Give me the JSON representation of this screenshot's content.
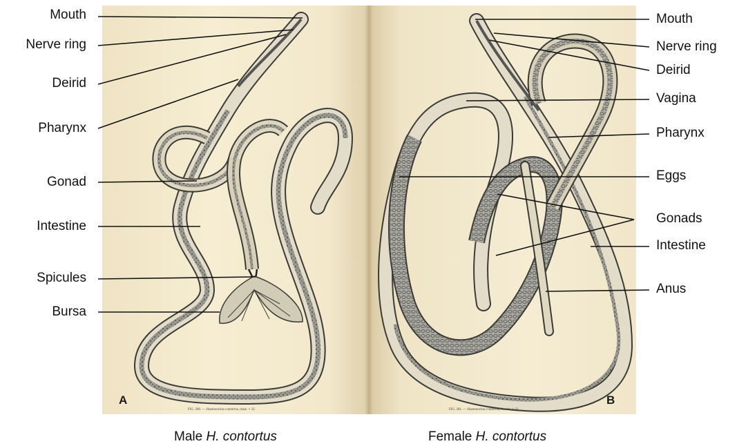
{
  "male": {
    "panel_letter": "A",
    "caption_prefix": "Male",
    "caption_species": "H. contortus",
    "figure_note": "FIG. 280. — Haemonchus contortus, male. × 32.",
    "labels": [
      "Mouth",
      "Nerve ring",
      "Deirid",
      "Pharynx",
      "Gonad",
      "Intestine",
      "Spicules",
      "Bursa"
    ]
  },
  "female": {
    "panel_letter": "B",
    "caption_prefix": "Female",
    "caption_species": "H. contortus",
    "figure_note": "FIG. 281. — Haemonchus contortus, female. × 32.",
    "labels": [
      "Mouth",
      "Nerve ring",
      "Deirid",
      "Vagina",
      "Pharynx",
      "Eggs",
      "Gonads",
      "Intestine",
      "Anus"
    ]
  }
}
